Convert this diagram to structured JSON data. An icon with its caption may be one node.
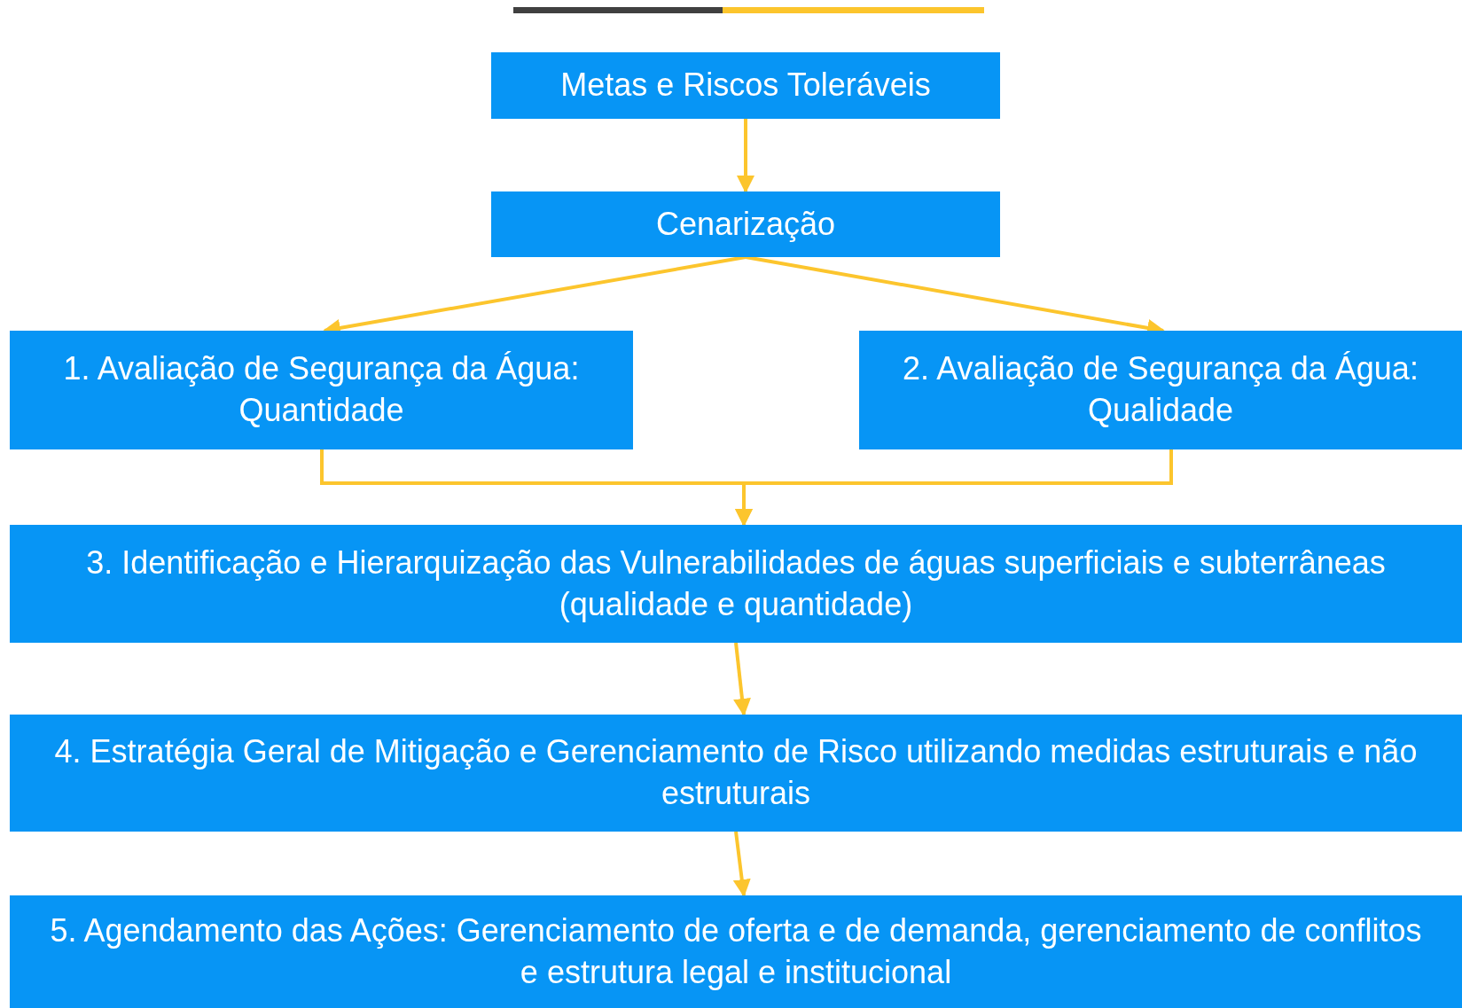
{
  "diagram": {
    "nodes": [
      {
        "text": [
          "Metas e Riscos Toleráveis"
        ]
      },
      {
        "text": [
          "Cenarização"
        ]
      },
      {
        "text": [
          "1. Avaliação de Segurança da Água: Quantidade"
        ]
      },
      {
        "text": [
          "2. Avaliação de Segurança da Água: Qualidade"
        ]
      },
      {
        "text": [
          "3. Identificação e Hierarquização das Vulnerabilidades de águas superficiais e subterrâneas (qualidade e quantidade)"
        ]
      },
      {
        "text": [
          "4. Estratégia Geral de Mitigação e Gerenciamento de Risco utilizando medidas estruturais e não estruturais"
        ]
      },
      {
        "text": [
          "5. Agendamento das Ações: Gerenciamento de oferta e de demanda, gerenciamento de conflitos e estrutura legal e institucional"
        ]
      }
    ],
    "edges": [
      {
        "from": 0,
        "to": 1,
        "arrow": "to"
      },
      {
        "from": 1,
        "to": 2,
        "arrow": "to"
      },
      {
        "from": 1,
        "to": 3,
        "arrow": "to"
      },
      {
        "from": 2,
        "to": 4,
        "arrow": "to"
      },
      {
        "from": 3,
        "to": 4,
        "arrow": "to"
      },
      {
        "from": 4,
        "to": 5,
        "arrow": "to"
      },
      {
        "from": 5,
        "to": 6,
        "arrow": "to"
      }
    ]
  }
}
